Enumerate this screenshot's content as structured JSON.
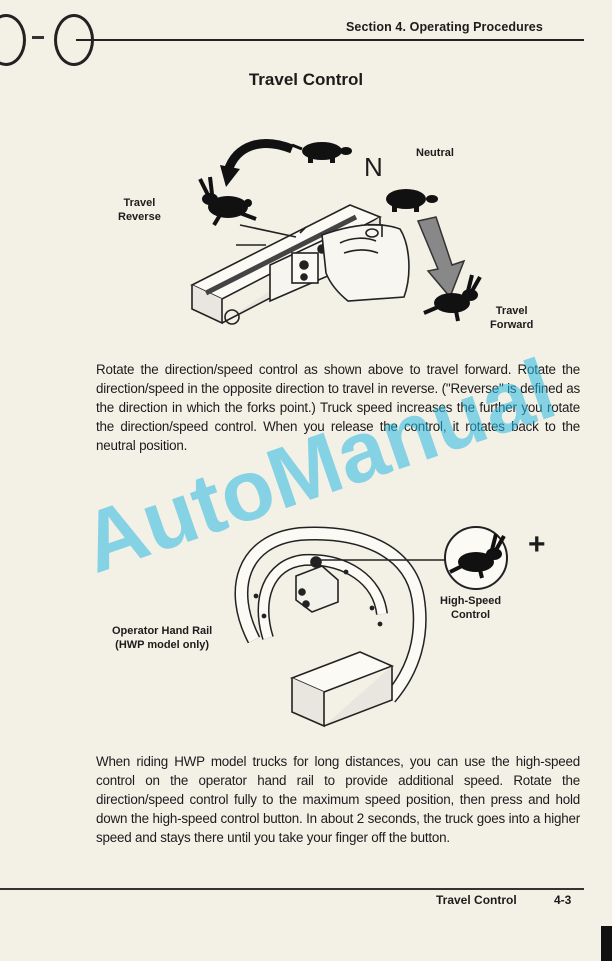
{
  "header": {
    "section_title": "Section 4.  Operating Procedures"
  },
  "page_title": "Travel Control",
  "figure1": {
    "label_reverse_line1": "Travel",
    "label_reverse_line2": "Reverse",
    "label_neutral": "Neutral",
    "label_n": "N",
    "label_forward_line1": "Travel",
    "label_forward_line2": "Forward"
  },
  "paragraph1": "Rotate the direction/speed control as shown above to travel forward. Rotate the direction/speed in the opposite direction to travel in reverse. (\"Reverse\" is defined as the direction in which the forks point.) Truck speed increases the further you rotate the direction/speed control. When you release the control, it rotates back to the neutral position.",
  "figure2": {
    "label_rail_line1": "Operator Hand Rail",
    "label_rail_line2": "(HWP model only)",
    "label_hs_line1": "High-Speed",
    "label_hs_line2": "Control",
    "plus_symbol": "+"
  },
  "paragraph2": "When riding HWP model trucks for long distances, you can use the high-speed control on the operator hand rail to provide additional speed. Rotate the direction/speed control fully to the maximum speed position, then press and hold down the high-speed control button. In about 2 seconds, the truck goes into a higher speed and stays there until you take your finger off the button.",
  "footer": {
    "title": "Travel Control",
    "page_number": "4-3"
  },
  "watermark": "AutoManual",
  "colors": {
    "paper": "#f3f0e6",
    "ink": "#1c1c1c",
    "watermark": "#28b9e1"
  }
}
